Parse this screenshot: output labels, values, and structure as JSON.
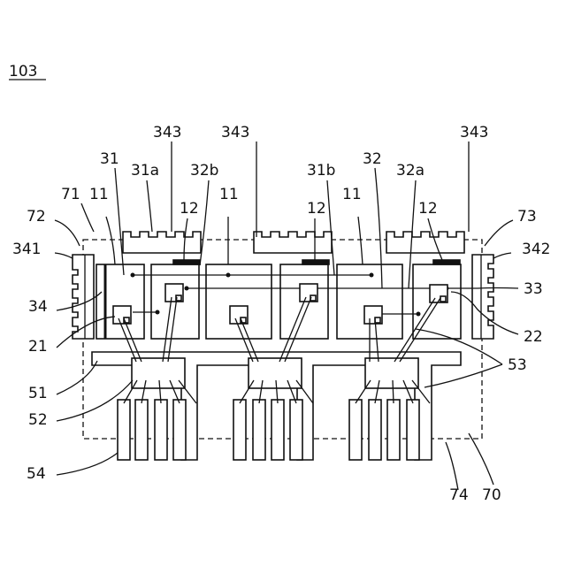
{
  "figure_number": "103",
  "labels": {
    "l343a": "343",
    "l343b": "343",
    "l343c": "343",
    "l31": "31",
    "l31a": "31a",
    "l32b": "32b",
    "l31b": "31b",
    "l32": "32",
    "l32a": "32a",
    "l71": "71",
    "l11a": "11",
    "l11b": "11",
    "l11c": "11",
    "l12a": "12",
    "l12b": "12",
    "l12c": "12",
    "l72": "72",
    "l73": "73",
    "l341": "341",
    "l342": "342",
    "l34": "34",
    "l33": "33",
    "l21": "21",
    "l22": "22",
    "l51": "51",
    "l53": "53",
    "l52": "52",
    "l54": "54",
    "l74": "74",
    "l70": "70"
  }
}
